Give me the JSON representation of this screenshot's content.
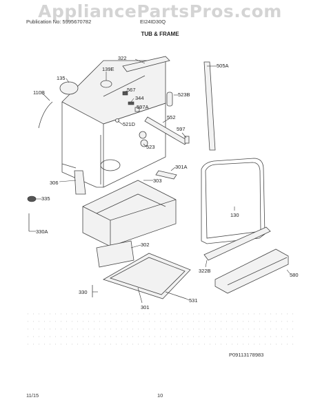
{
  "watermark": "AppliancePartsPros.com",
  "header": {
    "publication": "Publication No: 5995670782",
    "model": "EI24ID30Q",
    "title": "TUB & FRAME"
  },
  "callouts": {
    "c322": "322",
    "c135": "135",
    "c139e": "139E",
    "c110b": "110B",
    "c567": "567",
    "c344": "344",
    "c597a": "597A",
    "c521d": "521D",
    "c523": "523",
    "c505a": "505A",
    "c523b": "523B",
    "c552": "552",
    "c597": "597",
    "c301a": "301A",
    "c306": "306",
    "c303": "303",
    "c335": "335",
    "c330a": "330A",
    "c130": "130",
    "c302": "302",
    "c322b": "322B",
    "c580": "580",
    "c330": "330",
    "c531": "531",
    "c301": "301"
  },
  "figure_id": "P09113178983",
  "footer": {
    "date": "11/15",
    "page": "10"
  }
}
